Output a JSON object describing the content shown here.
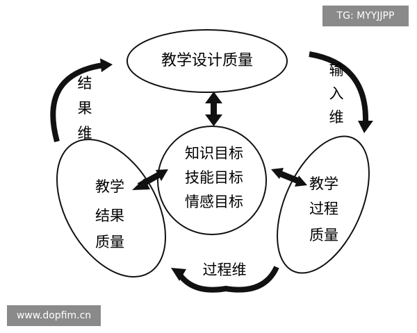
{
  "watermarks": {
    "top_right": "TG: MYYJJPP",
    "bottom_left": "www.dopfim.cn"
  },
  "diagram": {
    "top_ellipse": "教学设计质量",
    "center_lines": [
      "知识目标",
      "技能目标",
      "情感目标"
    ],
    "left_ellipse_lines": [
      "教学",
      "结果",
      "质量"
    ],
    "right_ellipse_lines": [
      "教学",
      "过程",
      "质量"
    ],
    "arrow_labels": {
      "left": [
        "结",
        "果",
        "维"
      ],
      "right": [
        "输",
        "入",
        "维"
      ],
      "bottom": "过程维"
    }
  }
}
